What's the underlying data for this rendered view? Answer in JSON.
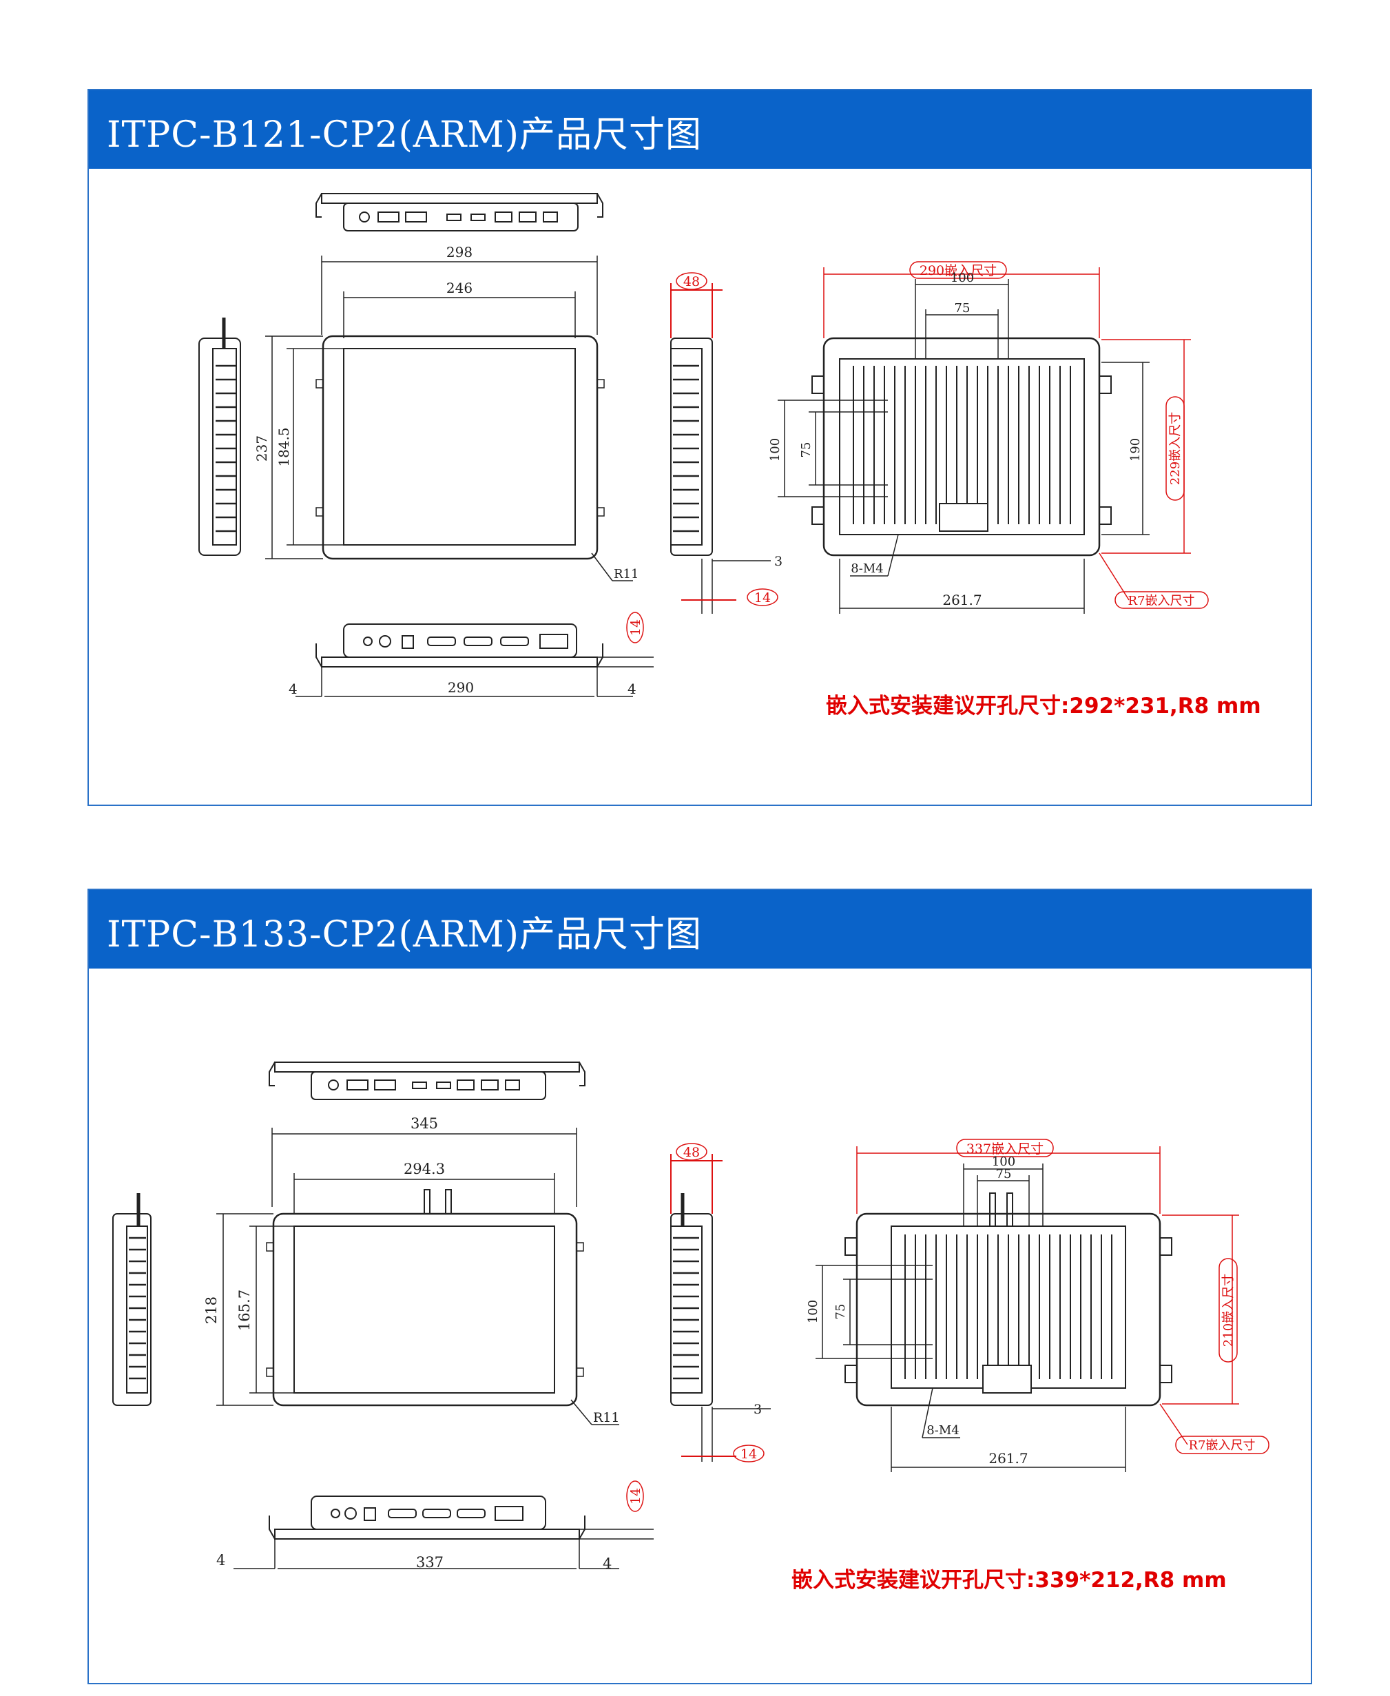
{
  "panels": [
    {
      "title": "ITPC-B121-CP2(ARM)产品尺寸图",
      "front": {
        "w": "298",
        "view_w": "246",
        "h": "237",
        "view_h": "184.5",
        "radius": "R11"
      },
      "side": {
        "depth": "48",
        "bezel": "3",
        "panel": "14"
      },
      "bottom": {
        "side_l": "4",
        "width": "290",
        "side_r": "4",
        "height": "14"
      },
      "back": {
        "cut_w": "290嵌入尺寸",
        "hole_w1": "100",
        "hole_w2": "75",
        "hole_h1": "100",
        "hole_h2": "75",
        "mount_h": "190",
        "cut_h": "229嵌入尺寸",
        "screws": "8-M4",
        "base_w": "261.7",
        "cut_r": "R7嵌入尺寸"
      },
      "note": "嵌入式安装建议开孔尺寸:292*231,R8 mm"
    },
    {
      "title": "ITPC-B133-CP2(ARM)产品尺寸图",
      "front": {
        "w": "345",
        "view_w": "294.3",
        "h": "218",
        "view_h": "165.7",
        "radius": "R11"
      },
      "side": {
        "depth": "48",
        "bezel": "3",
        "panel": "14"
      },
      "bottom": {
        "side_l": "4",
        "width": "337",
        "side_r": "4",
        "height": "14"
      },
      "back": {
        "cut_w": "337嵌入尺寸",
        "hole_w1": "100",
        "hole_w2": "75",
        "hole_h1": "100",
        "hole_h2": "75",
        "screws": "8-M4",
        "base_w": "261.7",
        "cut_h": "210嵌入尺寸",
        "cut_r": "R7嵌入尺寸"
      },
      "note": "嵌入式安装建议开孔尺寸:339*212,R8 mm"
    }
  ],
  "colors": {
    "header": "#0a63c9",
    "border": "#2a72c8",
    "note": "#e00000",
    "dim_red": "#d11111"
  }
}
